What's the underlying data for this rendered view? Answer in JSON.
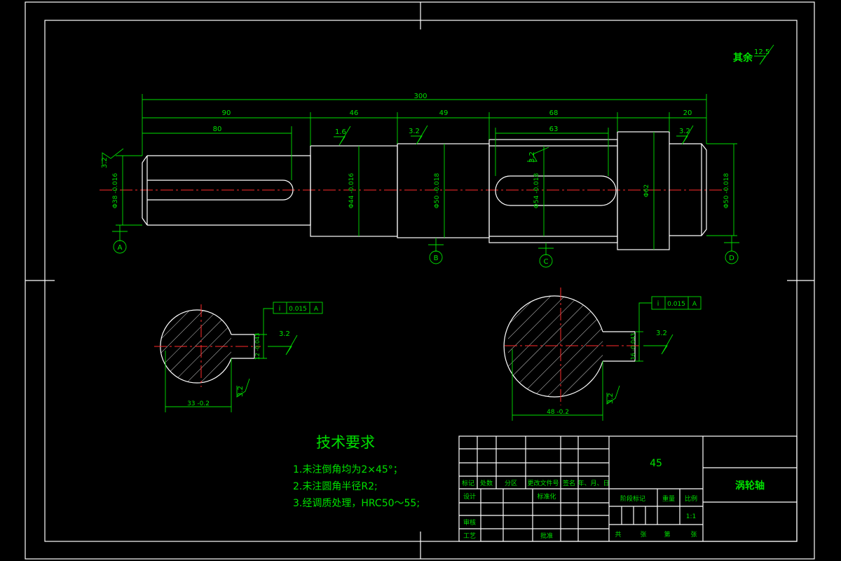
{
  "header": {
    "surface_note_label": "其余",
    "surface_note_value": "12.5"
  },
  "dimensions": {
    "total": "300",
    "seg1": "90",
    "seg2": "46",
    "seg3": "49",
    "seg4": "68",
    "seg5": "20",
    "keyway1": "80",
    "keyway2": "63"
  },
  "roughness": {
    "r1": "1.6",
    "r2": "3.2",
    "r3": "3.2",
    "r4": "3.2",
    "r5": "3.2"
  },
  "diameters": {
    "d1": "Φ38 -0.016",
    "d2": "Φ44 -0.016",
    "d3": "Φ50 -0.018",
    "d4": "Φ54 -0.018",
    "d5": "Φ62",
    "d6": "Φ50 -0.018"
  },
  "datums": {
    "a": "A",
    "b": "B",
    "c": "C",
    "d": "D"
  },
  "sections": {
    "left": {
      "tolerance_symbol": "i",
      "tolerance_value": "0.015",
      "tolerance_datum": "A",
      "width_dim": "12 -0.043",
      "depth_dim": "33 -0.2",
      "roughness_a": "3.2",
      "roughness_b": "3.2"
    },
    "right": {
      "tolerance_symbol": "i",
      "tolerance_value": "0.015",
      "tolerance_datum": "A",
      "width_dim": "16 -0.043",
      "depth_dim": "48 -0.2",
      "roughness_a": "3.2",
      "roughness_b": "3.2"
    }
  },
  "tech": {
    "title": "技术要求",
    "items": [
      "1.未注倒角均为2×45°；",
      "2.未注圆角半径R2;",
      "3.经调质处理，HRC50～55;"
    ]
  },
  "title_block": {
    "material": "45",
    "part_name": "涡轮轴",
    "col_labels": [
      "标记",
      "处数",
      "分区",
      "更改文件号",
      "签名",
      "年、月、日"
    ],
    "design": "设计",
    "standard": "标准化",
    "review": "审核",
    "process": "工艺",
    "approve": "批准",
    "stage": "阶段标记",
    "weight": "重量",
    "scale": "比例",
    "scale_value": "1:1",
    "sheets": [
      "共",
      "张",
      "第",
      "张"
    ]
  },
  "colors": {
    "outline": "#ffffff",
    "dimension": "#00e000",
    "centerline": "#ff2a2a",
    "background": "#000000"
  }
}
